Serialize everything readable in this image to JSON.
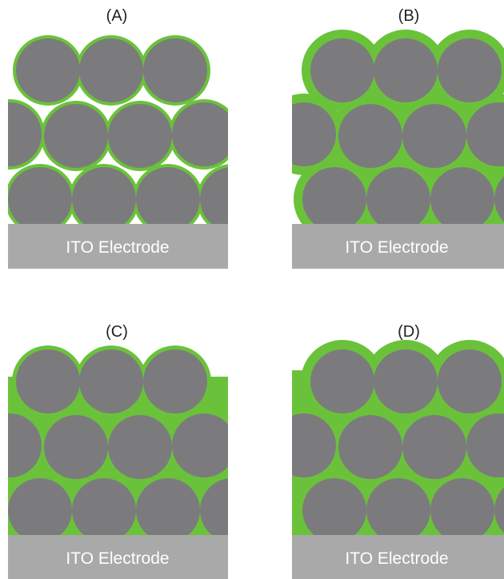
{
  "colors": {
    "particle": "#7b7b7d",
    "coating": "#6ac23a",
    "electrode": "#a9a9a9",
    "electrode_text": "#ffffff",
    "label_text": "#222222",
    "background": "#ffffff"
  },
  "panels": [
    {
      "id": "A",
      "label": "(A)",
      "electrode_label": "ITO Electrode",
      "coating_level": "thin-shell"
    },
    {
      "id": "B",
      "label": "(B)",
      "electrode_label": "ITO Electrode",
      "coating_level": "thick-shell"
    },
    {
      "id": "C",
      "label": "(C)",
      "electrode_label": "ITO Electrode",
      "coating_level": "filled-pores"
    },
    {
      "id": "D",
      "label": "(D)",
      "electrode_label": "ITO Electrode",
      "coating_level": "filled-and-overcoated"
    }
  ]
}
